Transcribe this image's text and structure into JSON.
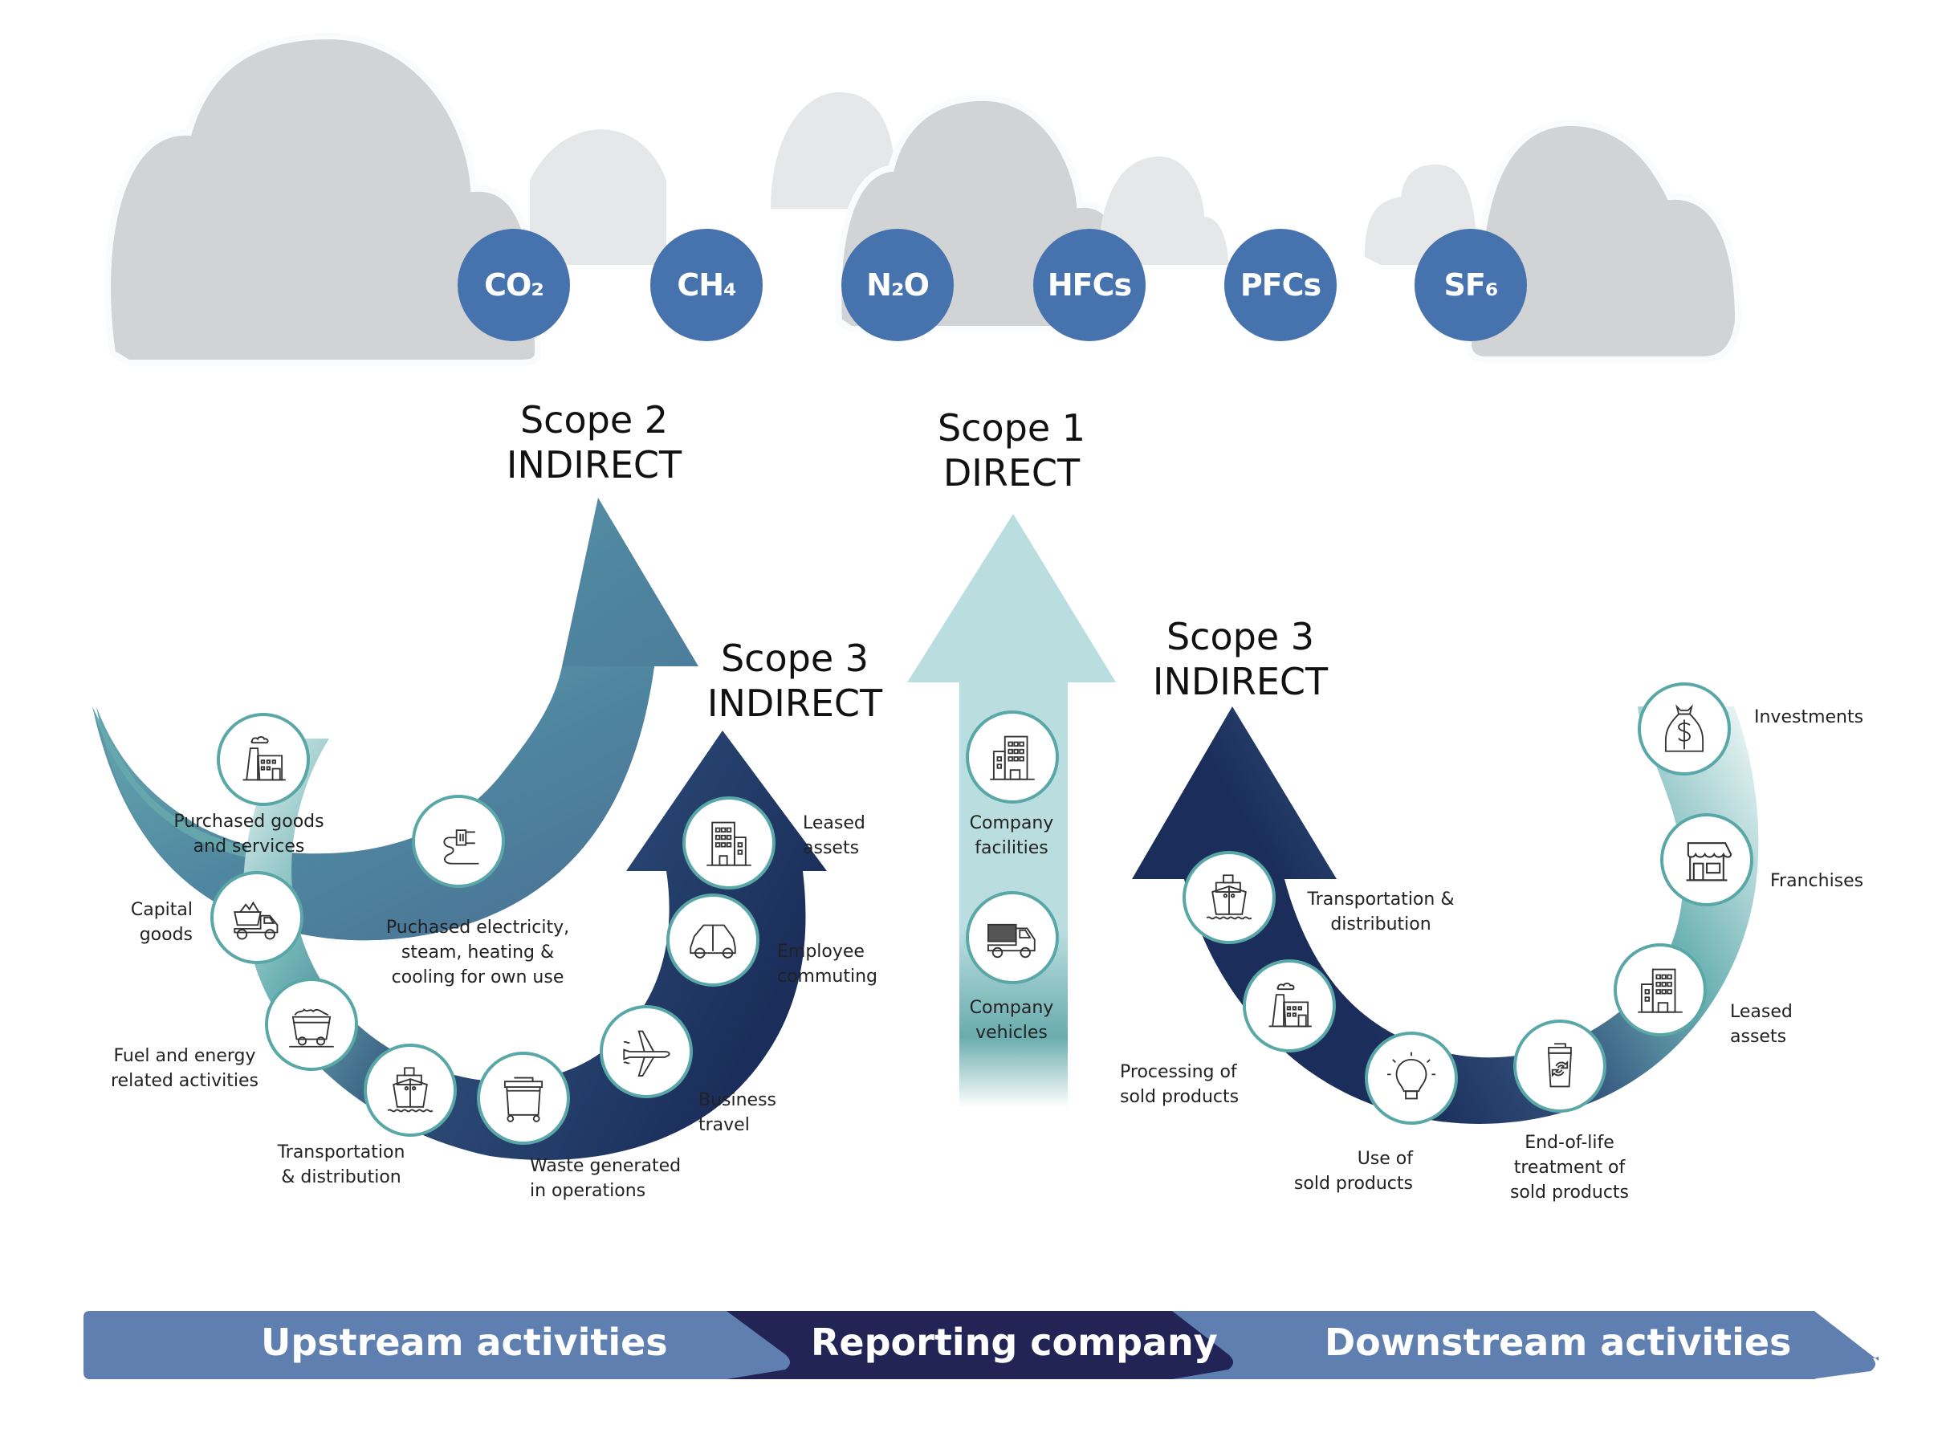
{
  "colors": {
    "gas_circle": "#4673ae",
    "cloud_dark": "#d1d3d5",
    "cloud_light": "#e6e7e8",
    "scope1_arrow": "#badee0",
    "scope2_arrow": "#4d7b99",
    "scope3_arrow": "#1c2f5d",
    "teal": "#5aa7a8",
    "banner_light": "#5e7fb0",
    "banner_dark": "#232456"
  },
  "gases": [
    {
      "id": "co2",
      "label": "CO₂"
    },
    {
      "id": "ch4",
      "label": "CH₄"
    },
    {
      "id": "n2o",
      "label": "N₂O"
    },
    {
      "id": "hfcs",
      "label": "HFCs"
    },
    {
      "id": "pfcs",
      "label": "PFCs"
    },
    {
      "id": "sf6",
      "label": "SF₆"
    }
  ],
  "scopes": {
    "scope2": {
      "line1": "Scope 2",
      "line2": "INDIRECT"
    },
    "scope1": {
      "line1": "Scope 1",
      "line2": "DIRECT"
    },
    "scope3_upstream": {
      "line1": "Scope 3",
      "line2": "INDIRECT"
    },
    "scope3_downstream": {
      "line1": "Scope 3",
      "line2": "INDIRECT"
    }
  },
  "upstream_items": [
    {
      "icon": "factory-icon",
      "label": "Purchased goods\nand services"
    },
    {
      "icon": "dump-truck-icon",
      "label": "Capital\ngoods"
    },
    {
      "icon": "coal-cart-icon",
      "label": "Fuel and energy\nrelated activities"
    },
    {
      "icon": "ship-icon",
      "label": "Transportation\n& distribution"
    },
    {
      "icon": "dumpster-icon",
      "label": "Waste generated\nin operations"
    },
    {
      "icon": "airplane-icon",
      "label": "Business\ntravel"
    },
    {
      "icon": "car-icon",
      "label": "Employee\ncommuting"
    },
    {
      "icon": "office-building-icon",
      "label": "Leased\nassets"
    }
  ],
  "scope2_item": {
    "icon": "power-plug-icon",
    "label": "Puchased electricity,\nsteam, heating &\ncooling for own use"
  },
  "scope1_items": [
    {
      "icon": "office-building-icon",
      "label": "Company\nfacilities"
    },
    {
      "icon": "truck-icon",
      "label": "Company\nvehicles"
    }
  ],
  "downstream_items": [
    {
      "icon": "ship-icon",
      "label": "Transportation &\ndistribution"
    },
    {
      "icon": "factory-icon",
      "label": "Processing of\nsold products"
    },
    {
      "icon": "light-bulb-icon",
      "label": "Use of\nsold products"
    },
    {
      "icon": "recycle-bin-icon",
      "label": "End-of-life\ntreatment of\nsold products"
    },
    {
      "icon": "office-building-icon",
      "label": "Leased\nassets"
    },
    {
      "icon": "storefront-icon",
      "label": "Franchises"
    },
    {
      "icon": "money-bag-icon",
      "label": "Investments"
    }
  ],
  "banner": {
    "upstream": "Upstream activities",
    "reporting": "Reporting company",
    "downstream": "Downstream activities"
  }
}
